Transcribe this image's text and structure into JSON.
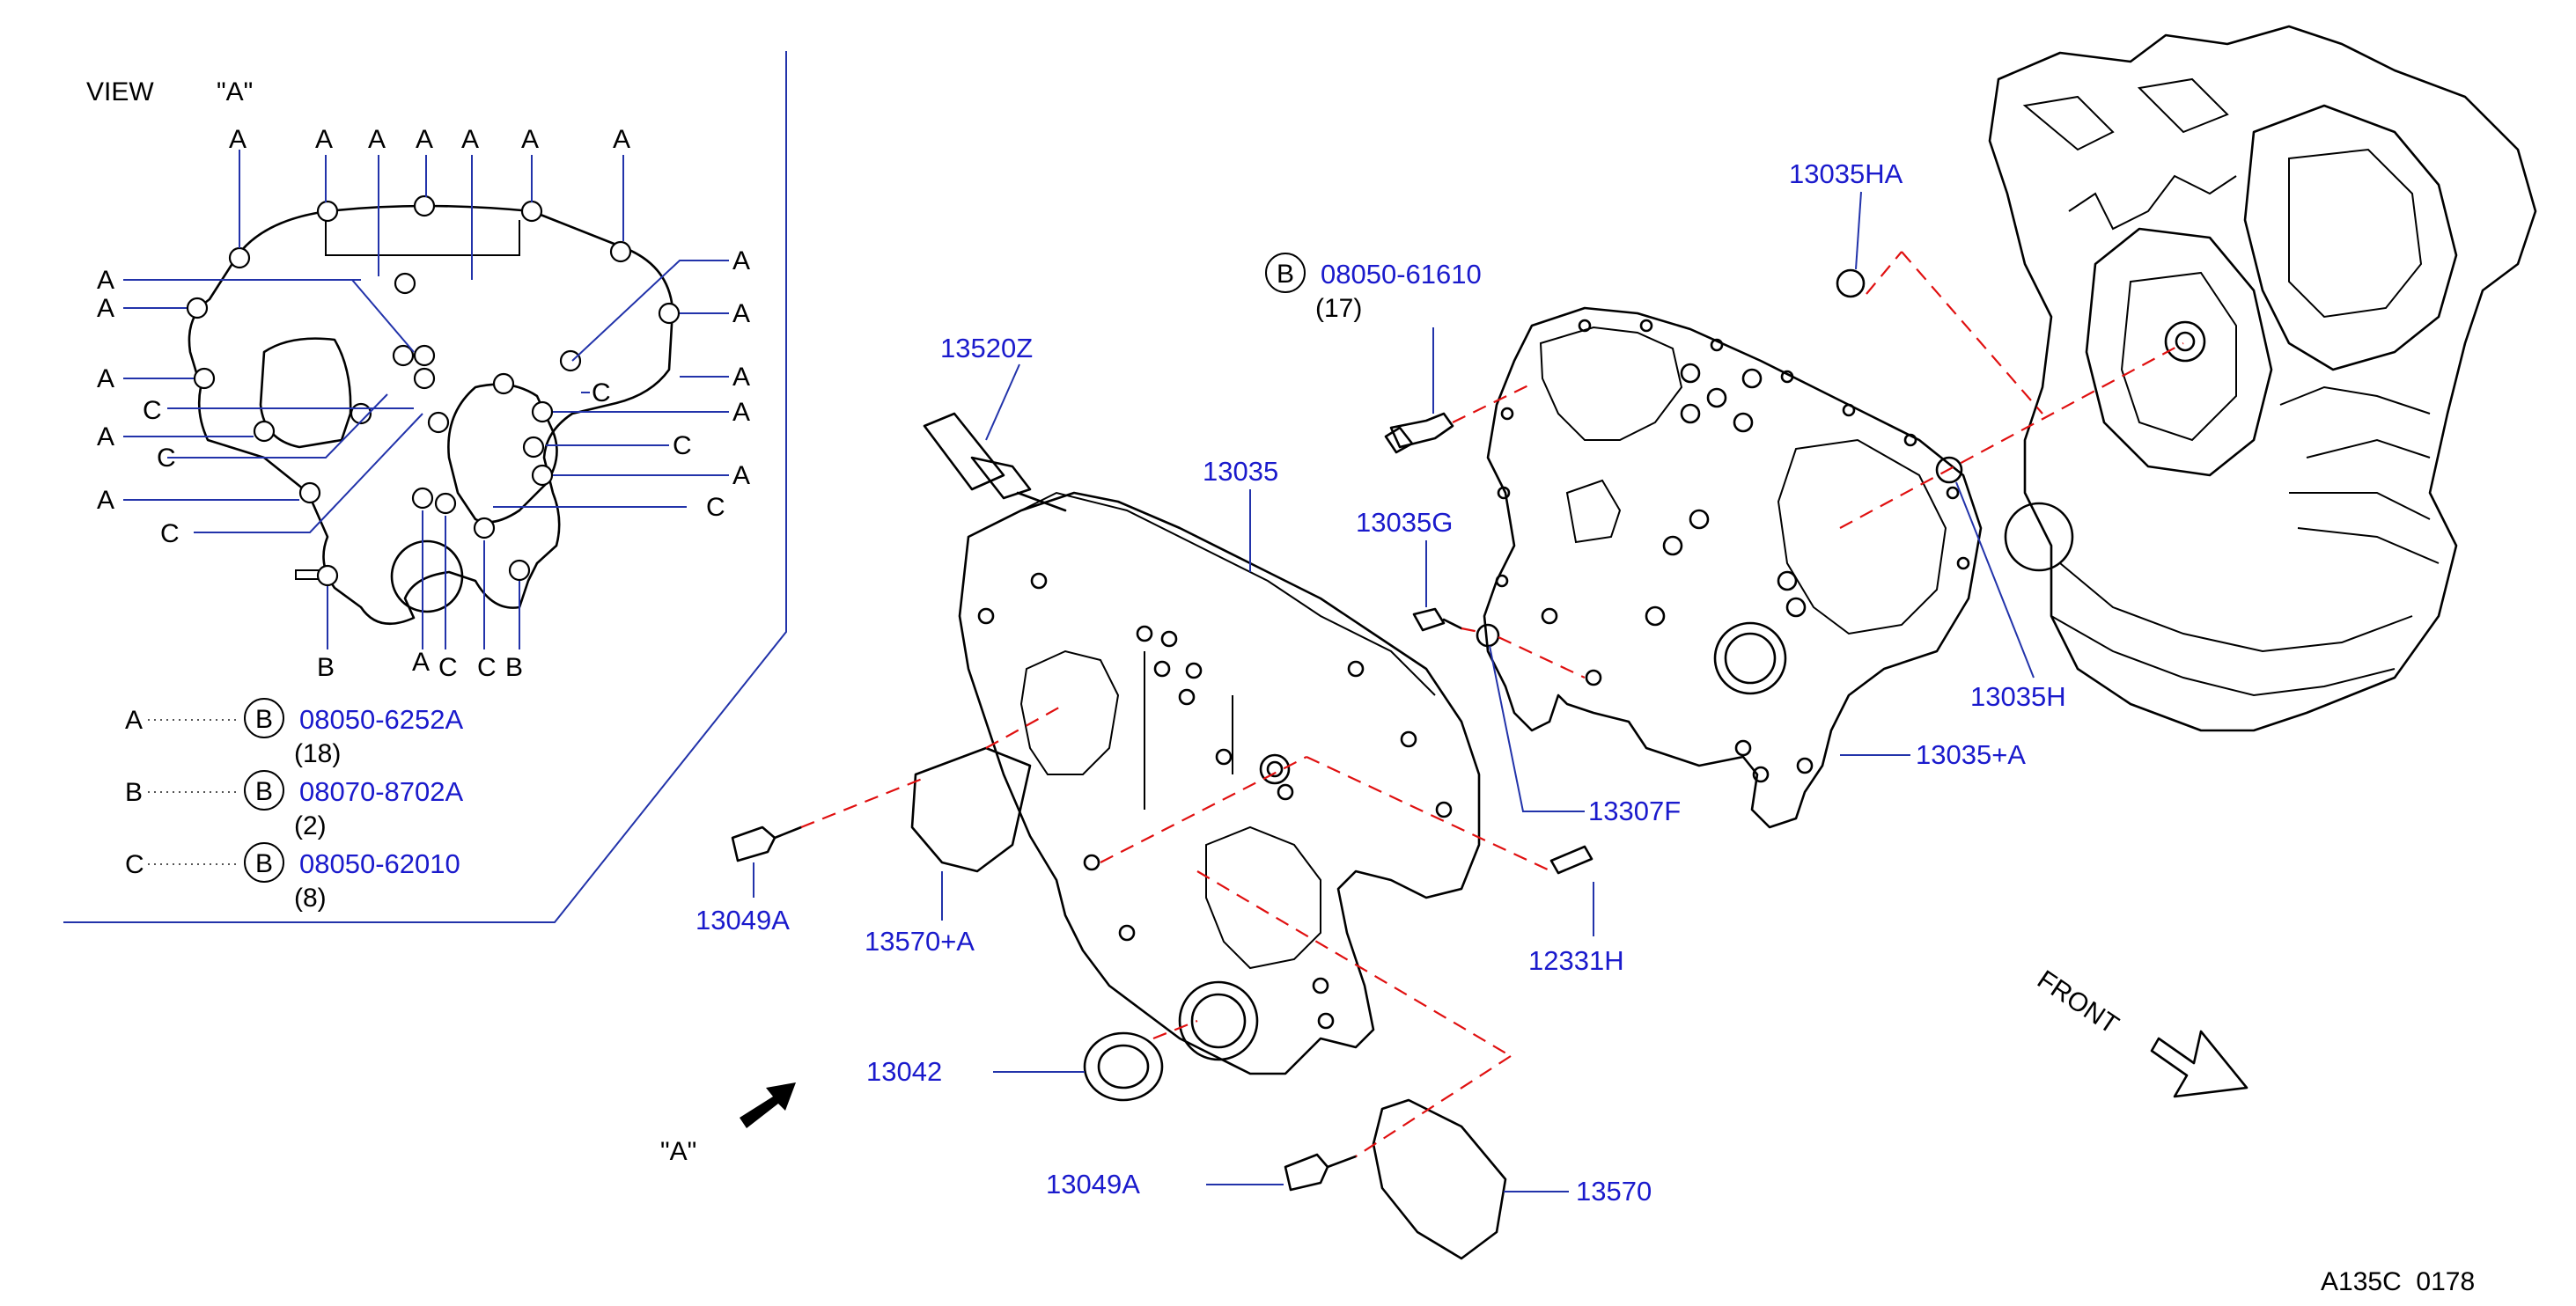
{
  "view_a": {
    "title": "VIEW",
    "view_name": "\"A\"",
    "letter_a": "A",
    "letter_b": "B",
    "letter_c": "C"
  },
  "legend": [
    {
      "key": "A",
      "mark": "B",
      "part": "08050-6252A",
      "qty": "(18)"
    },
    {
      "key": "B",
      "mark": "B",
      "part": "08070-8702A",
      "qty": "(2)"
    },
    {
      "key": "C",
      "mark": "B",
      "part": "08050-62010",
      "qty": "(8)"
    }
  ],
  "callouts": {
    "bolt_top_mark": "B",
    "bolt_top_part": "08050-61610",
    "bolt_top_qty": "(17)",
    "p13520Z": "13520Z",
    "p13035": "13035",
    "p13035G": "13035G",
    "p13035HA": "13035HA",
    "p13035H": "13035H",
    "p13035A": "13035+A",
    "p13307F": "13307F",
    "p12331H": "12331H",
    "p13049A_left": "13049A",
    "p13570A": "13570+A",
    "p13042": "13042",
    "p13049A_bottom": "13049A",
    "p13570": "13570",
    "view_arrow_label": "\"A\""
  },
  "front_label": "FRONT",
  "diagram_id": "A135C  0178"
}
